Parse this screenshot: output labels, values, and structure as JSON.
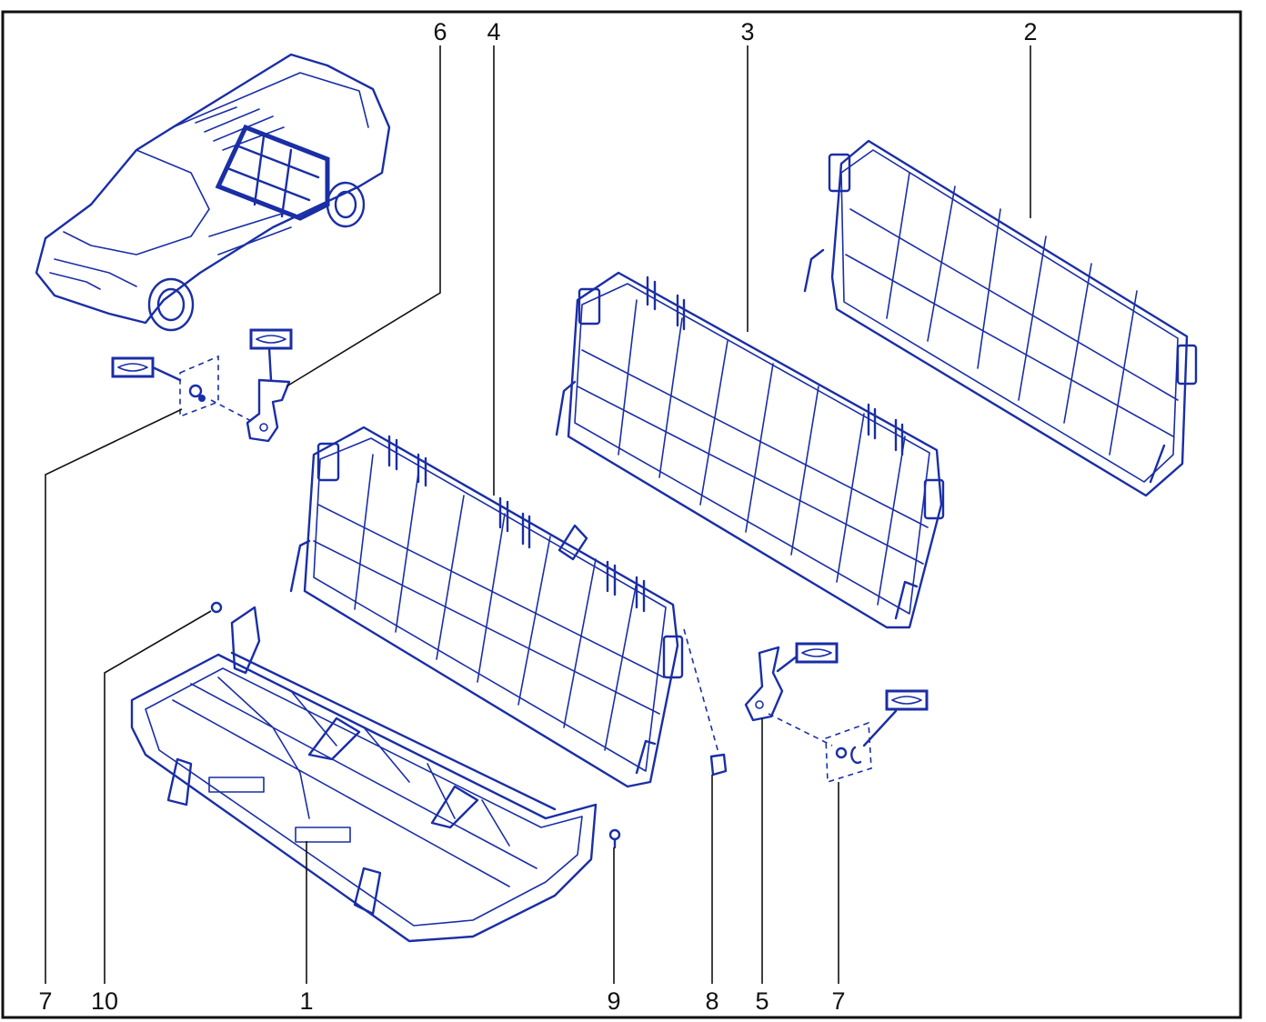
{
  "callouts": [
    {
      "id": "c6",
      "label": "6"
    },
    {
      "id": "c4",
      "label": "4"
    },
    {
      "id": "c3",
      "label": "3"
    },
    {
      "id": "c2",
      "label": "2"
    },
    {
      "id": "c7a",
      "label": "7"
    },
    {
      "id": "c10",
      "label": "10"
    },
    {
      "id": "c1",
      "label": "1"
    },
    {
      "id": "c9",
      "label": "9"
    },
    {
      "id": "c8",
      "label": "8"
    },
    {
      "id": "c5",
      "label": "5"
    },
    {
      "id": "c7b",
      "label": "7"
    }
  ],
  "colors": {
    "line_art": "#1a2ea6",
    "callout": "#111111",
    "border": "#111111"
  }
}
